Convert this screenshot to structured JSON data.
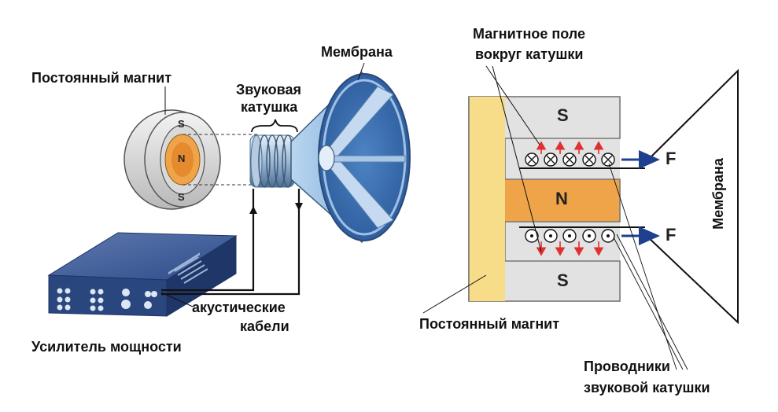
{
  "left_diagram": {
    "labels": {
      "permanent_magnet": "Постоянный магнит",
      "voice_coil_line1": "Звуковая",
      "voice_coil_line2": "катушка",
      "membrane": "Мембрана",
      "acoustic_cables_line1": "акустические",
      "acoustic_cables_line2": "кабели",
      "power_amplifier": "Усилитель мощности"
    },
    "poles": {
      "north": "N",
      "south": "S"
    }
  },
  "right_diagram": {
    "labels": {
      "magnetic_field_line1": "Магнитное поле",
      "magnetic_field_line2": "вокруг катушки",
      "permanent_magnet": "Постоянный магнит",
      "conductors_line1": "Проводники",
      "conductors_line2": "звуковой катушки",
      "membrane": "Мембрана",
      "force": "F"
    },
    "poles": {
      "north": "N",
      "south": "S"
    }
  },
  "colors": {
    "magnet_yellow": "#f7dc8a",
    "magnet_orange": "#f0a44a",
    "gap_gray": "#e2e2e2",
    "cone_blue": "#5a8cc8",
    "force_arrow": "#1f3f8f",
    "field_arrow": "#e03030",
    "amplifier_blue": "#2e4c8a"
  }
}
